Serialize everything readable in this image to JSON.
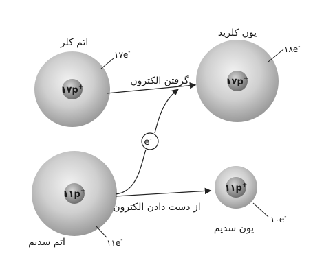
{
  "atoms": {
    "chlorine_atom": {
      "name": "اتم کلر",
      "nucleus": "۱۷p",
      "nucleus_sup": "+",
      "electrons": "۱۷e",
      "electrons_sup": "-"
    },
    "chloride_ion": {
      "name": "یون کلرید",
      "nucleus": "۱۷p",
      "nucleus_sup": "+",
      "electrons": "۱۸e",
      "electrons_sup": "-"
    },
    "sodium_atom": {
      "name": "اتم سدیم",
      "nucleus": "۱۱p",
      "nucleus_sup": "+",
      "electrons": "۱۱e",
      "electrons_sup": "-"
    },
    "sodium_ion": {
      "name": "یون سدیم",
      "nucleus": "۱۱p",
      "nucleus_sup": "+",
      "electrons": "۱۰e",
      "electrons_sup": "-"
    }
  },
  "transitions": {
    "gain": "گرفتن الکترون",
    "loss": "از دست دادن الکترون"
  },
  "electron_token": {
    "symbol": "e",
    "sup": "-"
  },
  "colors": {
    "sphere_light": "#efefef",
    "sphere_mid": "#bdbdbd",
    "sphere_dark": "#8e8e8e",
    "nucleus_light": "#c9c9c9",
    "nucleus_dark": "#6f6f6f",
    "line": "#222222"
  }
}
